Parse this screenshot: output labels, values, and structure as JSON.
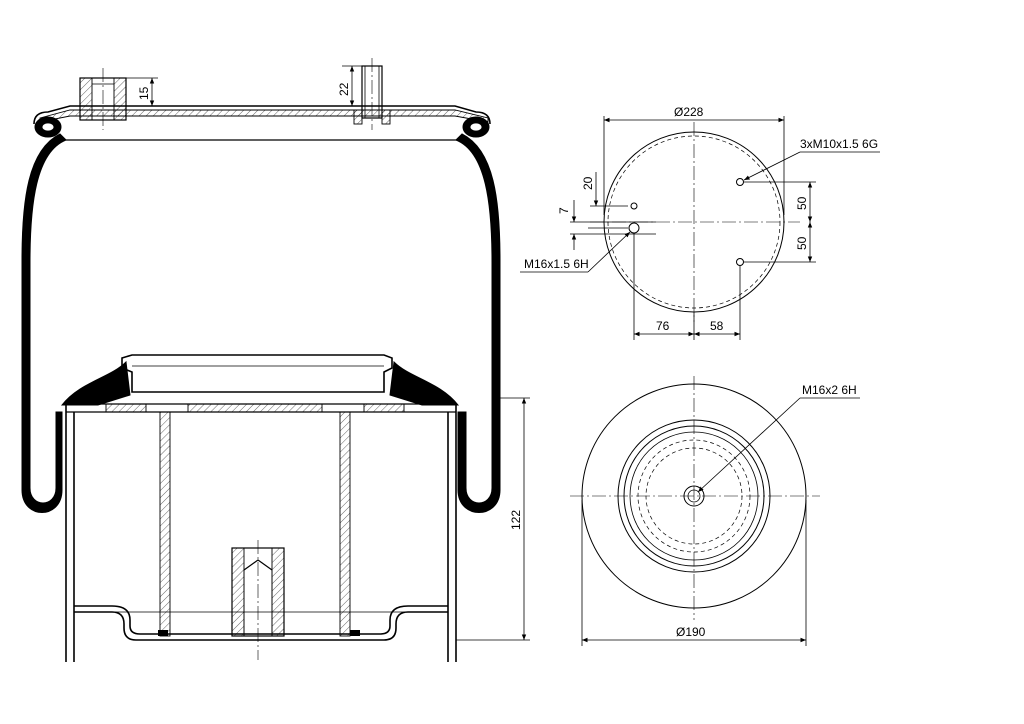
{
  "diagram": {
    "side_view": {
      "dim_top_fitting_height": "15",
      "dim_top_stud_height": "22",
      "dim_piston_height": "122"
    },
    "top_view": {
      "dim_outer_diameter": "Ø228",
      "label_stud_threads": "3xM10x1.5 6G",
      "label_air_fitting": "M16x1.5 6H",
      "dim_offset_20": "20",
      "dim_offset_7": "7",
      "dim_stud_spacing_upper": "50",
      "dim_stud_spacing_lower": "50",
      "dim_horizontal_76": "76",
      "dim_horizontal_58": "58"
    },
    "bottom_view": {
      "label_center_thread": "M16x2 6H",
      "dim_piston_diameter": "Ø190"
    }
  }
}
